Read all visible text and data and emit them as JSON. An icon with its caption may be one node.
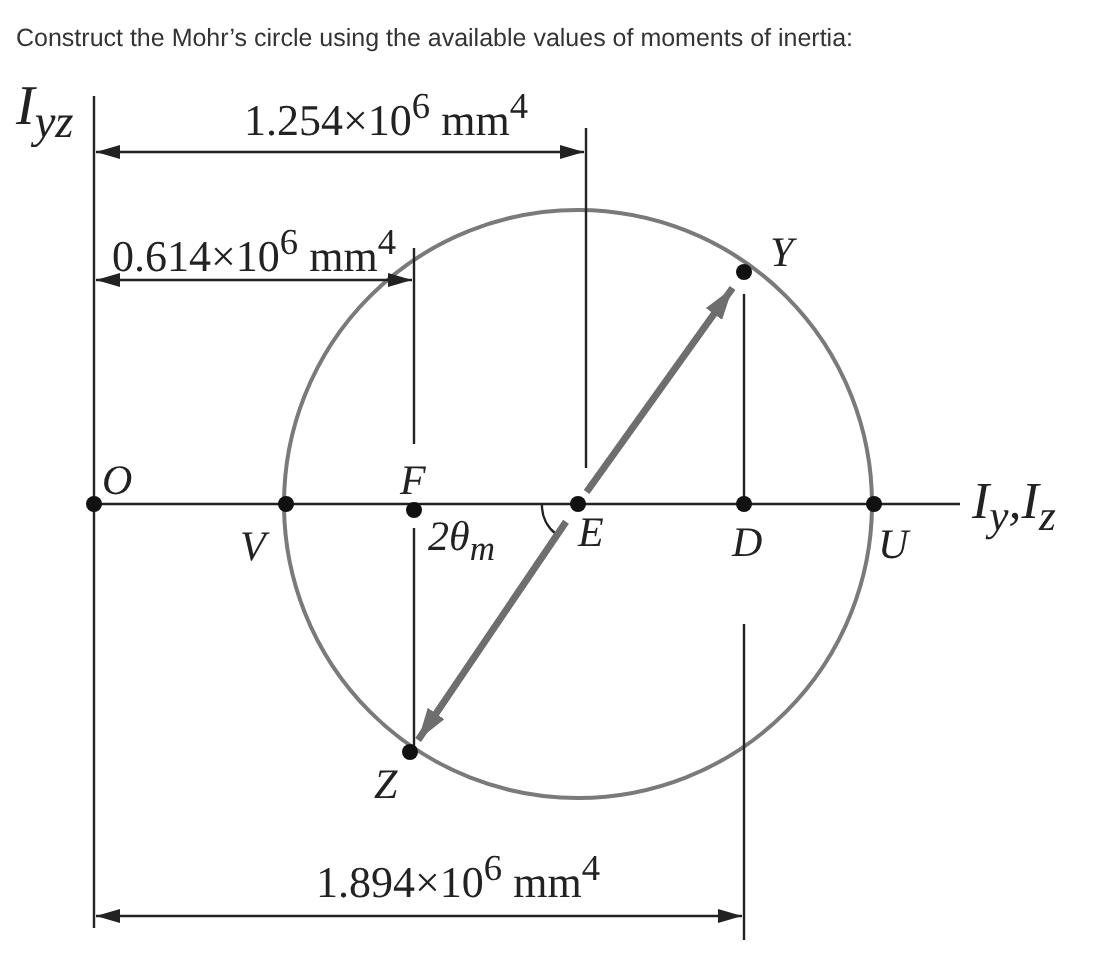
{
  "diagram": {
    "title": "Construct the Mohr’s circle using the available values of moments of inertia:",
    "nodes": [
      {
        "text": [
          "Y"
        ]
      },
      {
        "text": [
          "E"
        ]
      },
      {
        "text": [
          "Z"
        ]
      }
    ],
    "edges": [
      {
        "from": 1,
        "to": 0,
        "arrow": "to"
      },
      {
        "from": 1,
        "to": 2,
        "arrow": "to"
      }
    ],
    "labels": [
      "I$_{yz}$",
      "1.254×10$^{6}$ mm$^{4}$",
      "0.614×10$^{6}$ mm$^{4}$",
      "O",
      "F",
      "I$_{y}$,I$_{z}$",
      "V",
      "2θ$_{m}$",
      "D",
      "U",
      "1.894×10$^{6}$ mm$^{4}$"
    ]
  }
}
